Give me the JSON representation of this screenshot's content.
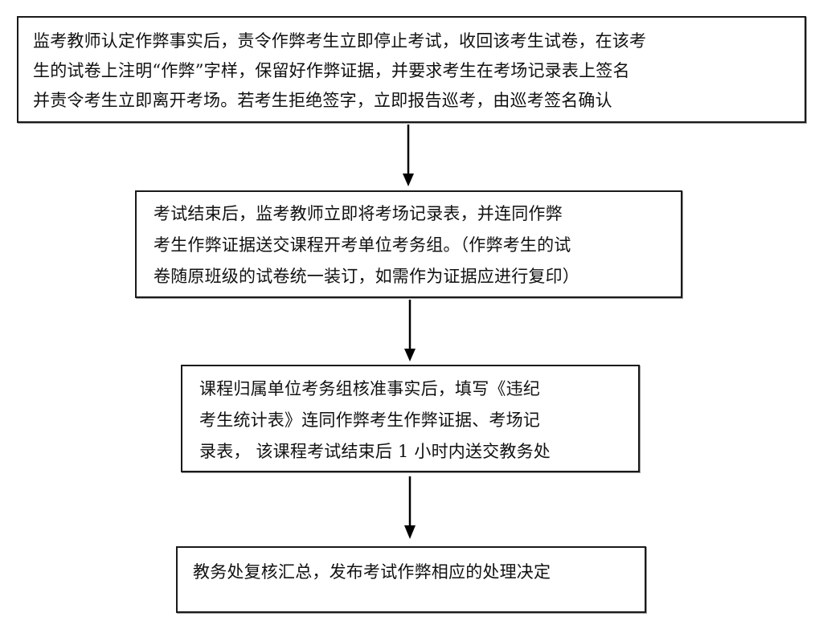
{
  "flowchart": {
    "steps": [
      {
        "lines": [
          "监考教师认定作弊事实后，责令作弊考生立即停止考试，收回该考生试卷，在该考",
          "生的试卷上注明“作弊”字样，保留好作弊证据，并要求考生在考场记录表上签名",
          "并责令考生立即离开考场。若考生拒绝签字，立即报告巡考，由巡考签名确认"
        ]
      },
      {
        "lines": [
          "考试结束后，监考教师立即将考场记录表，并连同作弊",
          "考生作弊证据送交课程开考单位考务组。（作弊考生的试",
          "卷随原班级的试卷统一装订，如需作为证据应进行复印）"
        ]
      },
      {
        "lines": [
          "课程归属单位考务组核准事实后，填写《违纪",
          "考生统计表》连同作弊考生作弊证据、考场记",
          "录表， 该课程考试结束后 1 小时内送交教务处"
        ]
      },
      {
        "lines": [
          "教务处复核汇总，发布考试作弊相应的处理决定"
        ]
      }
    ],
    "connectors": [
      {
        "from": 1,
        "to": 2,
        "icon": "arrow-down-icon"
      },
      {
        "from": 2,
        "to": 3,
        "icon": "arrow-down-icon"
      },
      {
        "from": 3,
        "to": 4,
        "icon": "arrow-down-icon"
      }
    ]
  }
}
